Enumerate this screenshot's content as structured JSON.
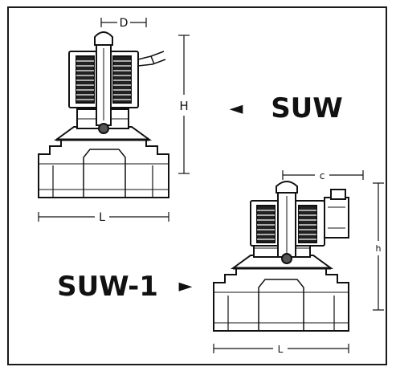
{
  "colors": {
    "ink": "#111111",
    "body_fill": "#ffffff",
    "coil_fill": "#222222",
    "coil_hatch": "#ffffff",
    "seat_fill": "#555555",
    "frame": "#1a1a1a"
  },
  "models": {
    "top": {
      "name": "SUW",
      "pointer": "◄",
      "dims": {
        "d": "D",
        "h": "H",
        "l": "L"
      }
    },
    "bottom": {
      "name": "SUW-1",
      "pointer": "►",
      "dims": {
        "c": "c",
        "h": "h",
        "l": "L"
      }
    }
  }
}
